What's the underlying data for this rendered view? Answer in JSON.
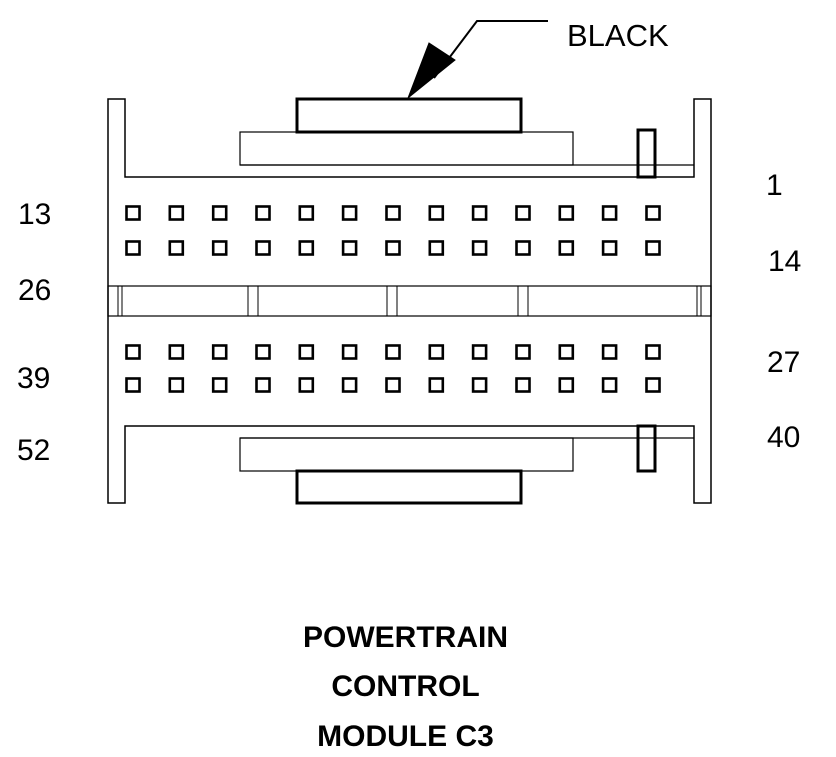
{
  "connector": {
    "color_label": "BLACK",
    "pin_labels": {
      "top_left": "13",
      "upper_right": "1",
      "row2_right": "14",
      "row2_left": "26",
      "lower_right": "27",
      "row3_left": "39",
      "row4_right": "40",
      "bottom_left": "52"
    },
    "pins_per_row": 13,
    "rows": 4
  },
  "title": {
    "line1": "POWERTRAIN",
    "line2": "CONTROL",
    "line3": "MODULE C3"
  }
}
